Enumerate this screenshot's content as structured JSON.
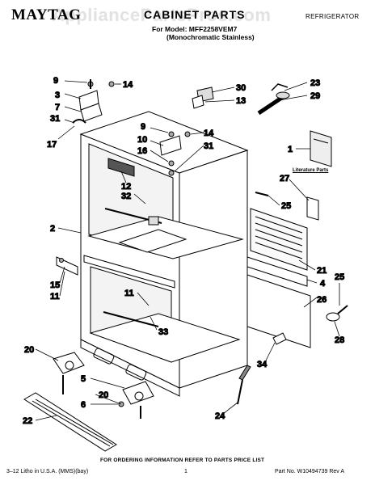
{
  "header": {
    "brand": "MAYTAG",
    "title": "CABINET PARTS",
    "category": "REFRIGERATOR",
    "model_line": "For Model: MFF2258VEM7",
    "variant_line": "(Monochromatic Stainless)"
  },
  "watermark": "AppliancePartsPros.com",
  "literature_label": "Literature Parts",
  "order_note": "FOR ORDERING INFORMATION REFER TO PARTS PRICE LIST",
  "footer": {
    "left": "3–12 Litho in U.S.A. (MMS)(bay)",
    "page": "1",
    "part_no": "Part No. W10494739 Rev A"
  },
  "callouts": [
    "9",
    "14",
    "3",
    "7",
    "31",
    "17",
    "30",
    "13",
    "23",
    "29",
    "9",
    "14",
    "10",
    "16",
    "31",
    "1",
    "27",
    "12",
    "32",
    "25",
    "2",
    "21",
    "4",
    "25",
    "26",
    "15",
    "11",
    "11",
    "33",
    "28",
    "20",
    "5",
    "34",
    "6",
    "20",
    "22",
    "24"
  ]
}
